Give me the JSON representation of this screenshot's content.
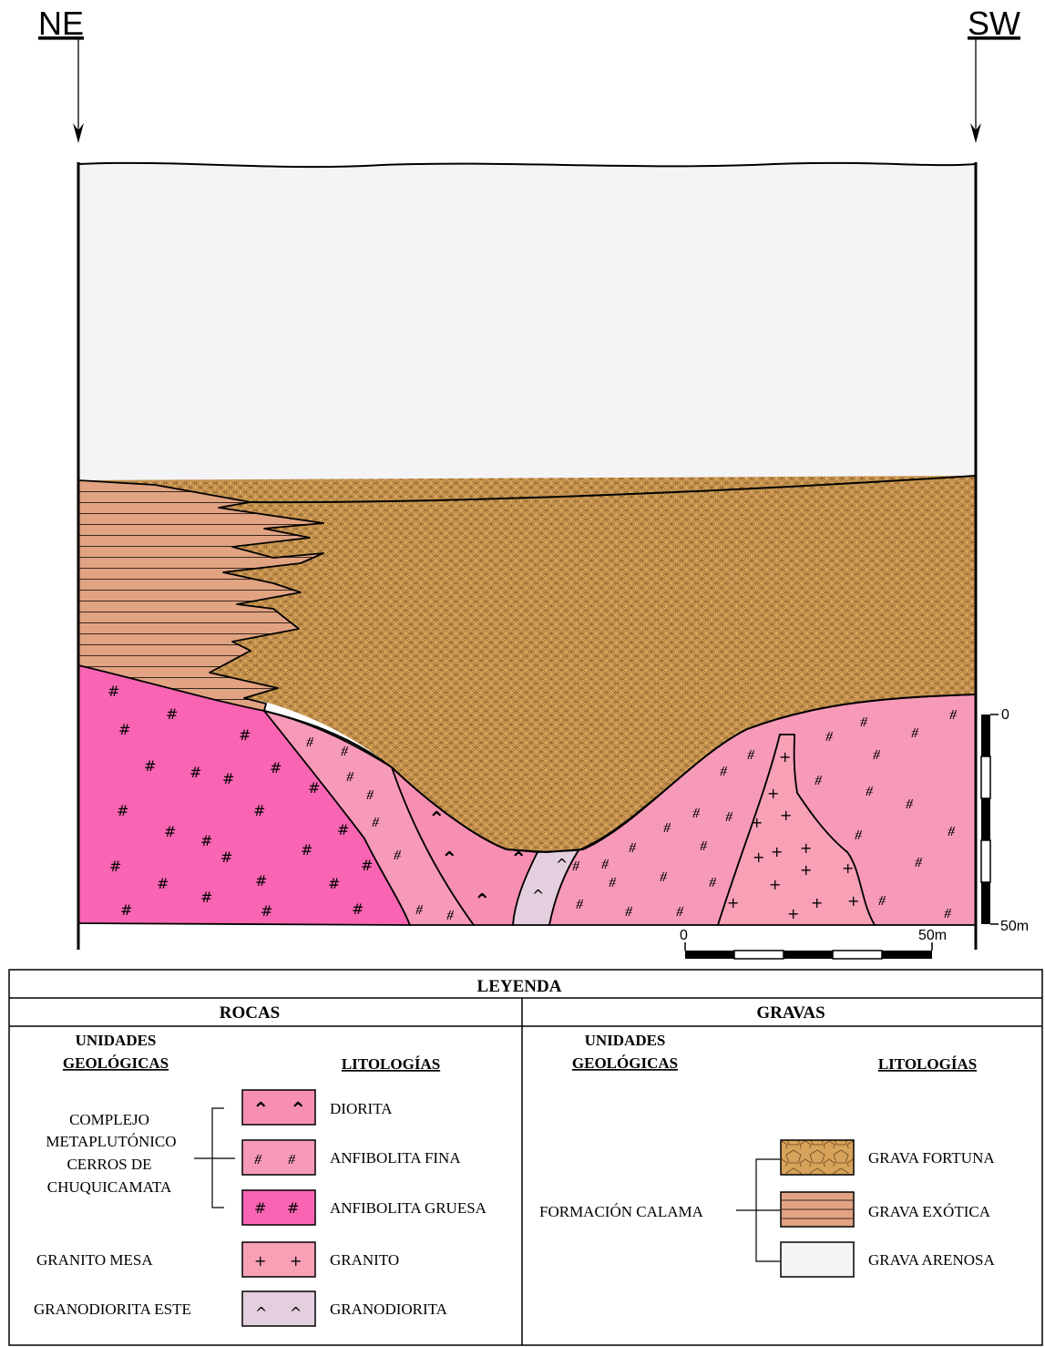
{
  "section": {
    "ne_label": "NE",
    "sw_label": "SW"
  },
  "vertical_scale": {
    "top_label": "0",
    "bottom_label": "50m"
  },
  "horizontal_scale": {
    "left_label": "0",
    "right_label": "50m"
  },
  "colors": {
    "grava_arenosa": "#f4f4f6",
    "grava_fortuna": "#d7a25a",
    "grava_exotica": "#e2a383",
    "anfibolita_gruesa": "#f965b3",
    "anfibolita_fina": "#f79ab8",
    "diorita": "#f78fb3",
    "granito": "#f8a0b6",
    "granodiorita": "#e4cfdf"
  },
  "legend": {
    "title": "LEYENDA",
    "rocas": {
      "heading": "ROCAS",
      "units_heading": [
        "UNIDADES",
        "GEOLÓGICAS"
      ],
      "lithologies_heading": "LITOLOGÍAS",
      "complejo": [
        "COMPLEJO",
        "METAPLUTÓNICO",
        "CERROS DE",
        "CHUQUICAMATA"
      ],
      "granito_mesa": "GRANITO MESA",
      "granodiorita_este": "GRANODIORITA ESTE",
      "items": [
        {
          "label": "DIORITA",
          "symbol": "diorita"
        },
        {
          "label": "ANFIBOLITA FINA",
          "symbol": "anfibolita_fina"
        },
        {
          "label": "ANFIBOLITA GRUESA",
          "symbol": "anfibolita_gruesa"
        },
        {
          "label": "GRANITO",
          "symbol": "granito"
        },
        {
          "label": "GRANODIORITA",
          "symbol": "granodiorita"
        }
      ]
    },
    "gravas": {
      "heading": "GRAVAS",
      "units_heading": [
        "UNIDADES",
        "GEOLÓGICAS"
      ],
      "lithologies_heading": "LITOLOGÍAS",
      "formacion": "FORMACIÓN CALAMA",
      "items": [
        {
          "label": "GRAVA FORTUNA",
          "symbol": "grava_fortuna"
        },
        {
          "label": "GRAVA EXÓTICA",
          "symbol": "grava_exotica"
        },
        {
          "label": "GRAVA ARENOSA",
          "symbol": "grava_arenosa"
        }
      ]
    }
  }
}
